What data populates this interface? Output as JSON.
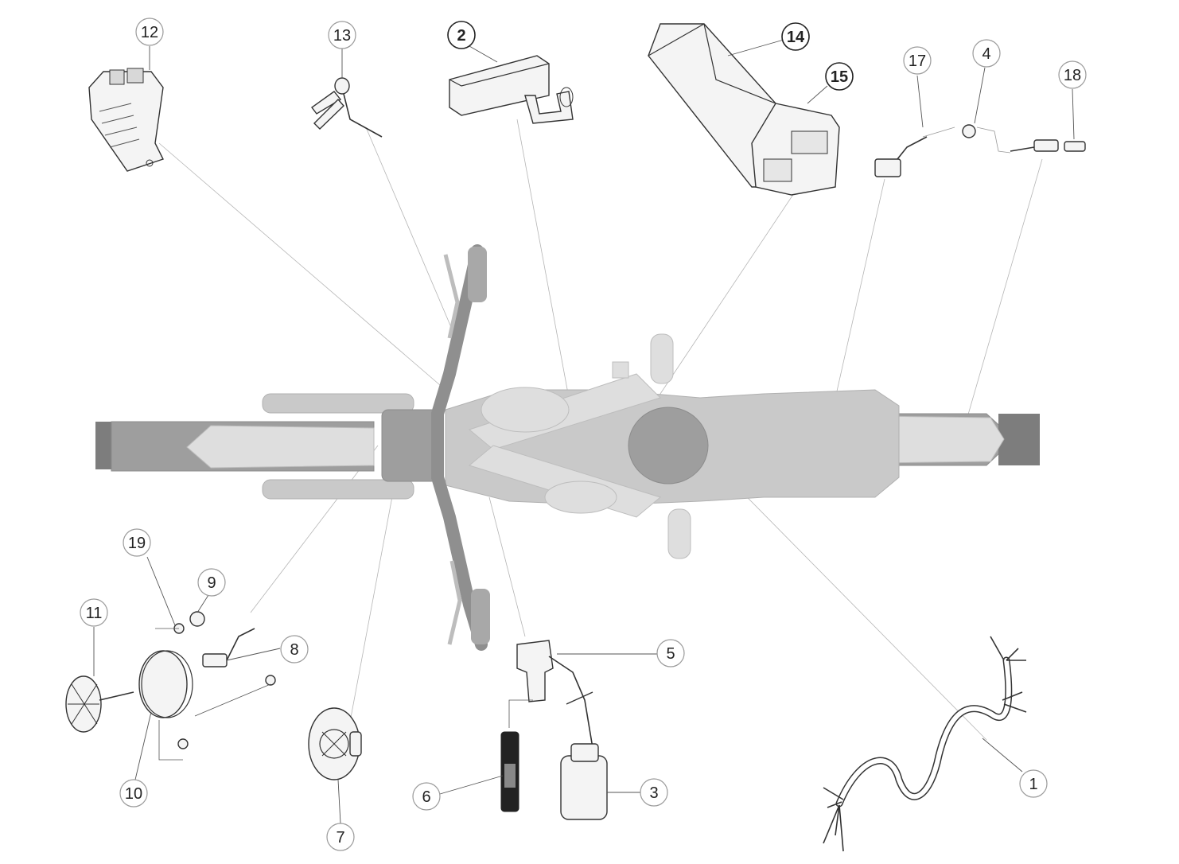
{
  "diagram": {
    "callouts": [
      {
        "id": "c1",
        "label": "1",
        "bold": false
      },
      {
        "id": "c2",
        "label": "2",
        "bold": true
      },
      {
        "id": "c3",
        "label": "3",
        "bold": false
      },
      {
        "id": "c4",
        "label": "4",
        "bold": false
      },
      {
        "id": "c5",
        "label": "5",
        "bold": false
      },
      {
        "id": "c6",
        "label": "6",
        "bold": false
      },
      {
        "id": "c7",
        "label": "7",
        "bold": false
      },
      {
        "id": "c8",
        "label": "8",
        "bold": false
      },
      {
        "id": "c9",
        "label": "9",
        "bold": false
      },
      {
        "id": "c10",
        "label": "10",
        "bold": false
      },
      {
        "id": "c11",
        "label": "11",
        "bold": false
      },
      {
        "id": "c12",
        "label": "12",
        "bold": false
      },
      {
        "id": "c13",
        "label": "13",
        "bold": false
      },
      {
        "id": "c14",
        "label": "14",
        "bold": true
      },
      {
        "id": "c15",
        "label": "15",
        "bold": true
      },
      {
        "id": "c17",
        "label": "17",
        "bold": false
      },
      {
        "id": "c18",
        "label": "18",
        "bold": false
      },
      {
        "id": "c19",
        "label": "19",
        "bold": false
      }
    ]
  }
}
